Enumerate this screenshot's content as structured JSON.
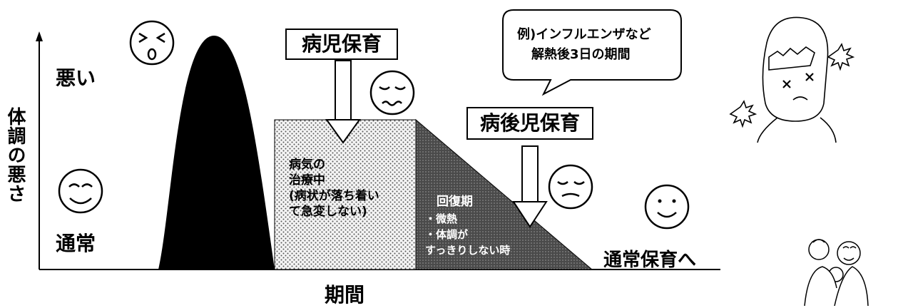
{
  "y_axis": {
    "title": "体調の悪さ",
    "top_label": "悪い",
    "bottom_label": "通常"
  },
  "x_axis": {
    "title": "期間"
  },
  "phases": {
    "sick_care": {
      "label": "病児保育",
      "text": [
        "病気の",
        "治療中",
        "(病状が落ち着い",
        "て急変しない)"
      ]
    },
    "post_sick_care": {
      "label": "病後児保育",
      "text": [
        "回復期",
        "・微熱",
        "・体調が",
        "すっきりしない時"
      ]
    },
    "normal": {
      "label": "通常保育へ"
    }
  },
  "callout": {
    "lines": [
      "例)インフルエンザなど",
      "解熱後3日の期間"
    ]
  },
  "colors": {
    "peak": "#000000",
    "sick_fill": "#d8d8d8",
    "recovery_fill": "#5a5a5a"
  }
}
